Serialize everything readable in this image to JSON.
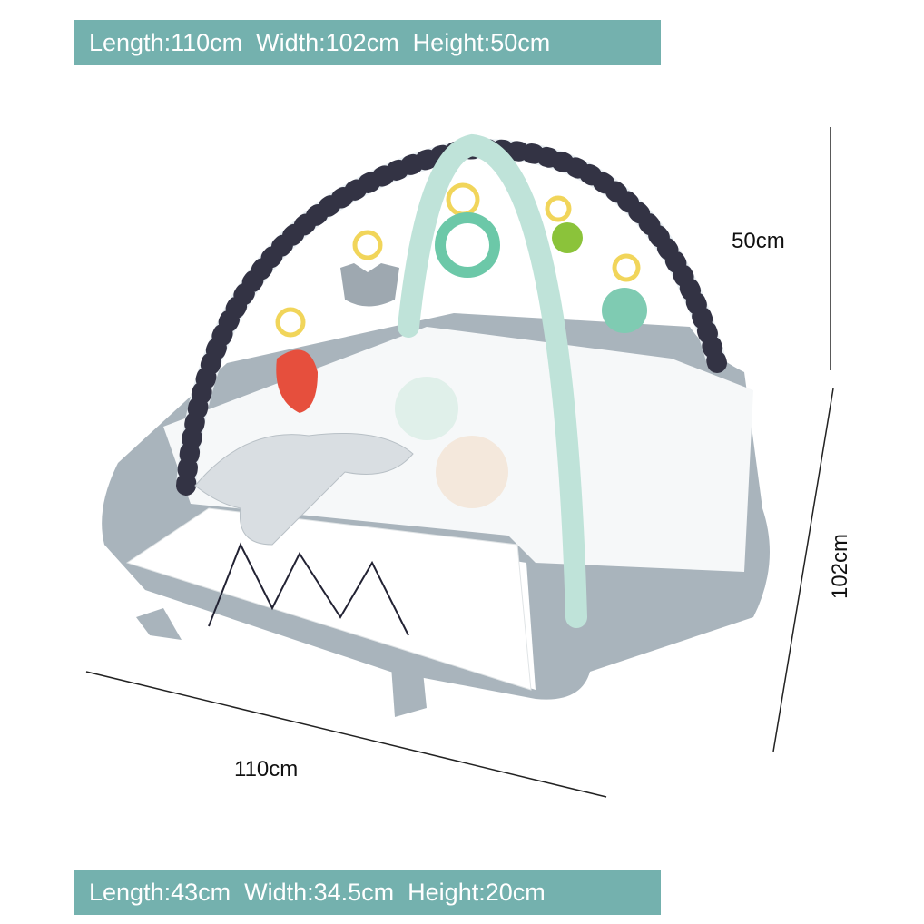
{
  "top_banner": {
    "text": "Length:110cm  Width:102cm  Height:50cm"
  },
  "bottom_banner": {
    "text": "Length:43cm  Width:34.5cm  Height:20cm"
  },
  "dimensions": {
    "height_label": "50cm",
    "width_label": "102cm",
    "length_label": "110cm"
  },
  "colors": {
    "banner": "#74b1ae",
    "mat_grey": "#a9b4bc",
    "arch_mint": "#bfe3d9"
  }
}
